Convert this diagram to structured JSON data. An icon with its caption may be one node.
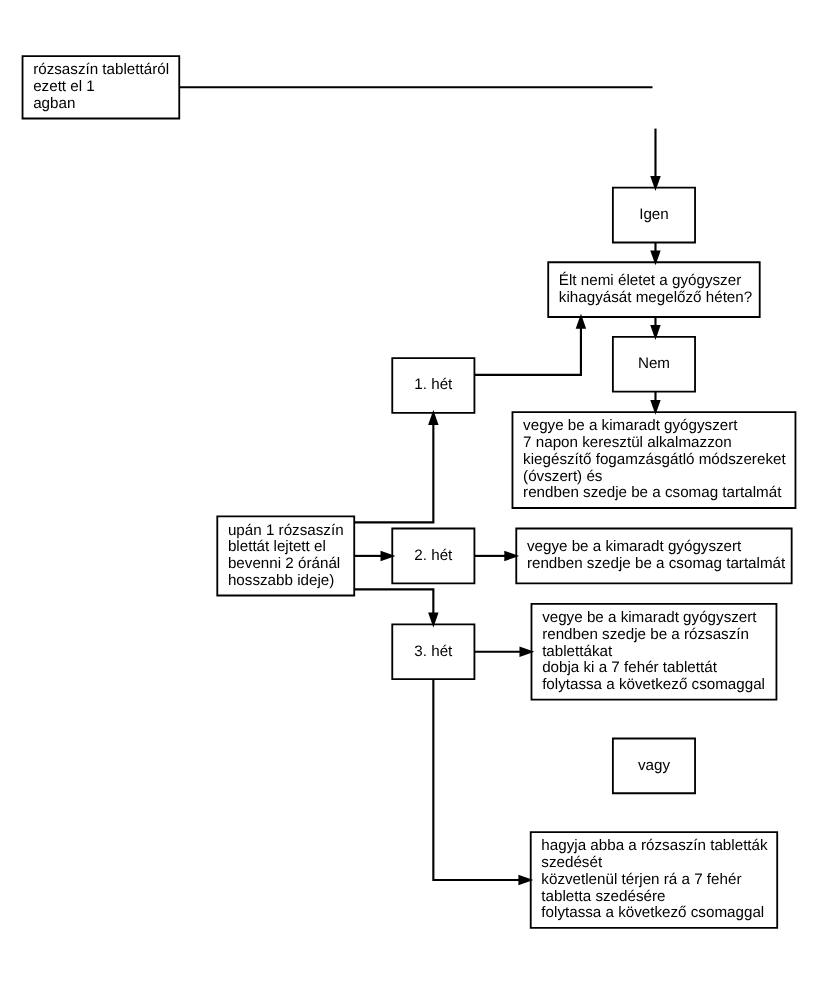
{
  "diagram": {
    "nodes": [
      {
        "text": [
          "rózsaszín tablettáról ezett el 1",
          "agban"
        ]
      },
      {
        "text": [
          "Igen"
        ]
      },
      {
        "text": [
          "Élt nemi életet a gyógyszer kihagyását megelőző héten?"
        ]
      },
      {
        "text": [
          "1. hét"
        ]
      },
      {
        "text": [
          "Nem"
        ]
      },
      {
        "text": [
          "vegye be a kimaradt gyógyszert",
          "7 napon keresztül alkalmazzon kiegészítő fogamzásgátló módszereket (óvszert) és",
          "rendben szedje be a csomag tartalmát"
        ]
      },
      {
        "text": [
          "upán 1 rózsaszín blettát lejtett el bevenni 2 óránál hosszabb ideje)"
        ]
      },
      {
        "text": [
          "2. hét"
        ]
      },
      {
        "text": [
          "vegye be a kimaradt gyógyszert",
          "rendben szedje be a csomag tartalmát"
        ]
      },
      {
        "text": [
          "3. hét"
        ]
      },
      {
        "text": [
          "vegye be a kimaradt gyógyszert",
          "rendben szedje be a rózsaszín tablettákat",
          "dobja ki a 7 fehér tablettát",
          "folytassa a következő csomaggal"
        ]
      },
      {
        "text": [
          "vagy"
        ]
      },
      {
        "text": [
          "hagyja abba a rózsaszín tabletták szedését",
          "közvetlenül térjen rá a 7 fehér tabletta szedésére",
          "folytassa a következő csomaggal"
        ]
      }
    ],
    "edges": [
      {
        "from": 0,
        "to": null,
        "arrow": "none"
      },
      {
        "from": null,
        "to": 1,
        "arrow": "to"
      },
      {
        "from": 1,
        "to": 2,
        "arrow": "to"
      },
      {
        "from": 6,
        "to": 3,
        "arrow": "to"
      },
      {
        "from": 3,
        "to": 2,
        "arrow": "to"
      },
      {
        "from": 2,
        "to": 4,
        "arrow": "to"
      },
      {
        "from": 4,
        "to": 5,
        "arrow": "to"
      },
      {
        "from": 6,
        "to": 7,
        "arrow": "to"
      },
      {
        "from": 7,
        "to": 8,
        "arrow": "to"
      },
      {
        "from": 6,
        "to": 9,
        "arrow": "to"
      },
      {
        "from": 9,
        "to": 10,
        "arrow": "to"
      },
      {
        "from": 9,
        "to": 12,
        "arrow": "to"
      }
    ]
  }
}
